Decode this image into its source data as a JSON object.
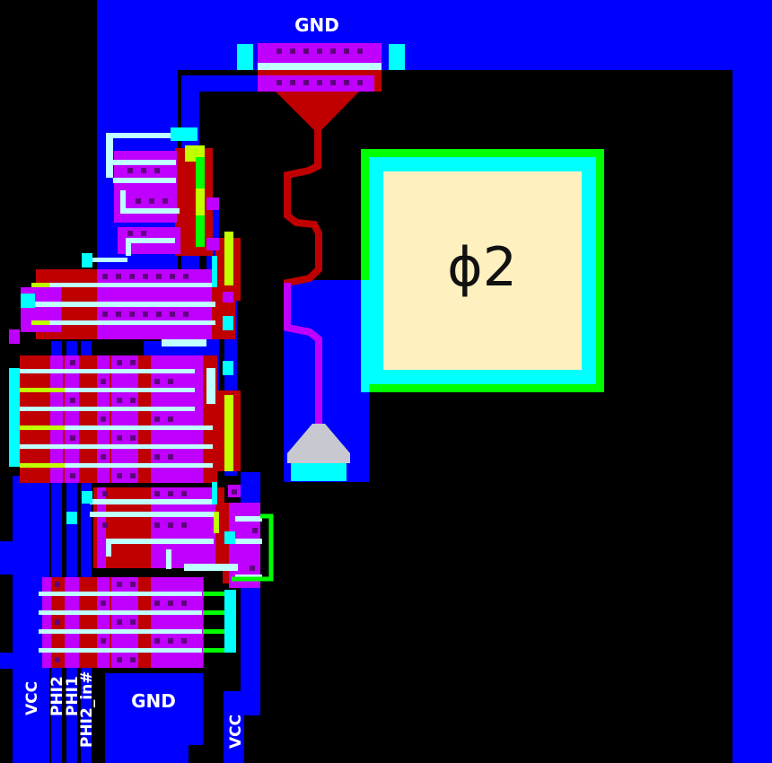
{
  "layout": {
    "top_rail_label": "GND",
    "bond_pad_label": "ϕ2",
    "bottom_labels": {
      "vcc_left": "VCC",
      "phi2": "PHI2",
      "phi1": "PHI1",
      "phi2_in": "PHI2_in#",
      "gnd": "GND",
      "vcc_right": "VCC"
    }
  },
  "colors": {
    "metal": "#0000ff",
    "poly": "#c00000",
    "diffusion": "#c000ff",
    "contact": "#00ffff",
    "metal2": "#c0ffff",
    "via": "#c0ff00",
    "pad_ring": "#00ff00",
    "pad": "#fff0c0",
    "background": "#000000"
  }
}
